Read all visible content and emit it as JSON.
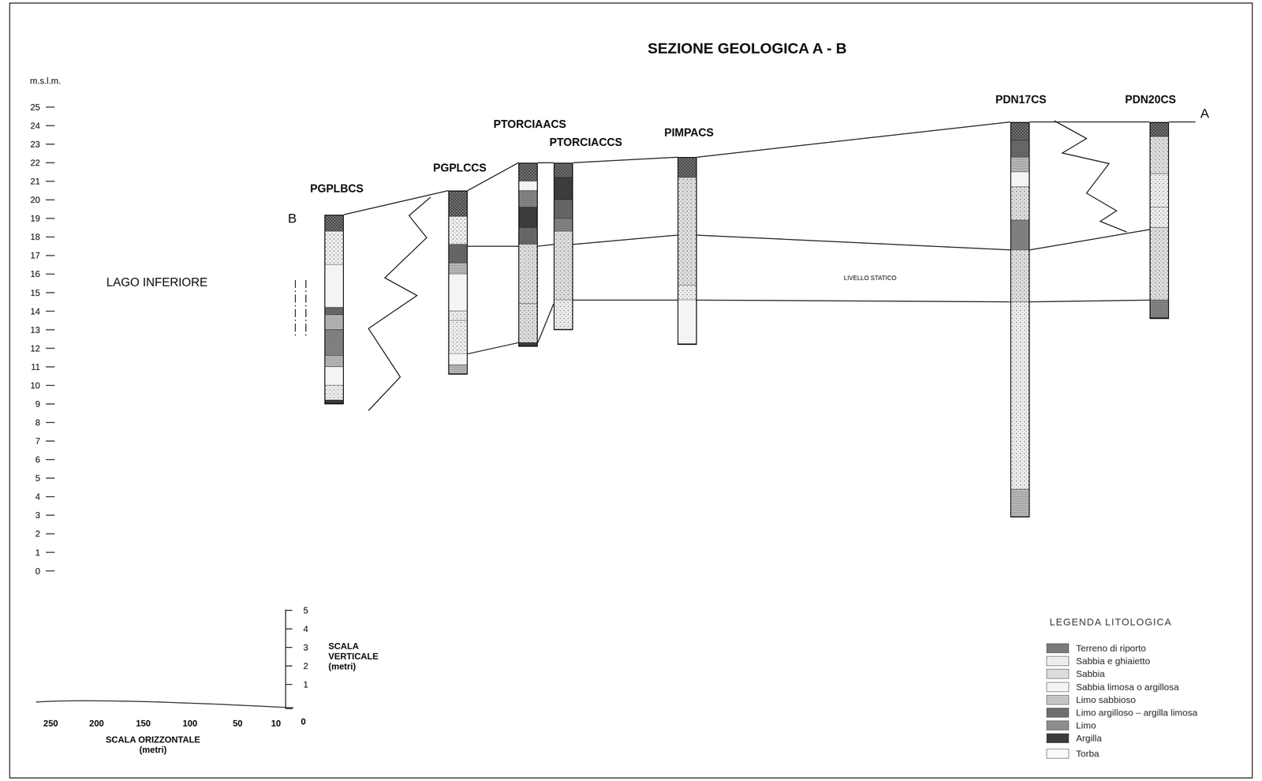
{
  "diagram": {
    "title": "SEZIONE GEOLOGICA A - B",
    "nodes": [
      {
        "text": [
          "PGPLBCS"
        ]
      },
      {
        "text": [
          "PGPLCCS"
        ]
      },
      {
        "text": [
          "PTORCIAACS"
        ]
      },
      {
        "text": [
          "PTORCIACCS"
        ]
      },
      {
        "text": [
          "PIMPACS"
        ]
      },
      {
        "text": [
          "PDN17CS"
        ]
      },
      {
        "text": [
          "PDN20CS"
        ]
      }
    ],
    "edges": [
      {
        "from": 0,
        "to": 1,
        "arrow": "none"
      },
      {
        "from": 1,
        "to": 2,
        "arrow": "none"
      },
      {
        "from": 2,
        "to": 3,
        "arrow": "none"
      },
      {
        "from": 3,
        "to": 4,
        "arrow": "none"
      },
      {
        "from": 4,
        "to": 5,
        "arrow": "none"
      },
      {
        "from": 5,
        "to": 6,
        "arrow": "none"
      }
    ],
    "labels": [
      "m.s.l.m.",
      "25",
      "24",
      "23",
      "22",
      "21",
      "20",
      "19",
      "18",
      "17",
      "16",
      "15",
      "14",
      "13",
      "12",
      "11",
      "10",
      "9",
      "8",
      "7",
      "6",
      "5",
      "4",
      "3",
      "2",
      "1",
      "0",
      "B",
      "A",
      "LAGO INFERIORE",
      "LIVELLO STATICO",
      "5",
      "4",
      "3",
      "2",
      "1",
      "SCALA VERTICALE (metri)",
      "250",
      "200",
      "150",
      "100",
      "50",
      "10",
      "0",
      "SCALA ORIZZONTALE (metri)",
      "LEGENDA LITOLOGICA"
    ],
    "legend": [
      {
        "text": "Terreno di riporto",
        "color": "#7a7a7a"
      },
      {
        "text": "Sabbia e ghiaietto",
        "color": "#ececec"
      },
      {
        "text": "Sabbia",
        "color": "#dcdcdc"
      },
      {
        "text": "Sabbia limosa o argillosa",
        "color": "#f4f4f4"
      },
      {
        "text": "Limo sabbioso",
        "color": "#c4c4c4"
      },
      {
        "text": "Limo argilloso – argilla limosa",
        "color": "#6e6e6e"
      },
      {
        "text": "Limo",
        "color": "#8c8c8c"
      },
      {
        "text": "Argilla",
        "color": "#3c3c3c"
      },
      {
        "text": "Torba",
        "color": "#fafafa"
      }
    ]
  }
}
